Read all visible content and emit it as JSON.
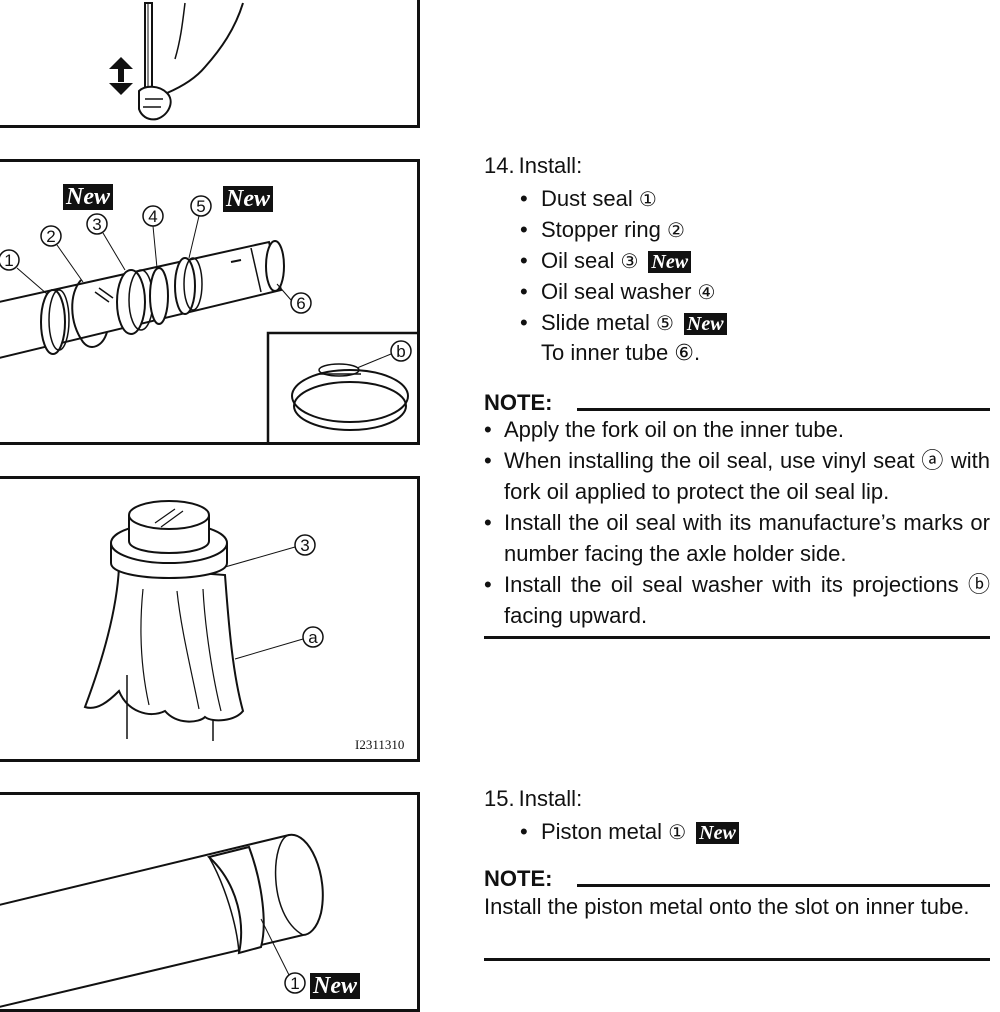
{
  "figures": {
    "fork_oil_check": {},
    "seal_install": {
      "new_tag_left": "New",
      "new_tag_right": "New",
      "callouts": [
        "①",
        "②",
        "③",
        "④",
        "⑤",
        "⑥"
      ],
      "inset_callout": "ⓑ"
    },
    "vinyl_seat": {
      "callout_seal": "③",
      "callout_vinyl": "ⓐ",
      "code": "I2311310"
    },
    "piston_metal": {
      "callout": "①",
      "new_tag": "New"
    }
  },
  "step14": {
    "number": "14.",
    "action": "Install:",
    "items": [
      {
        "text": "Dust seal",
        "ref": "①",
        "new": ""
      },
      {
        "text": "Stopper ring",
        "ref": "②",
        "new": ""
      },
      {
        "text": "Oil seal",
        "ref": "③",
        "new": "New"
      },
      {
        "text": "Oil seal washer",
        "ref": "④",
        "new": ""
      },
      {
        "text": "Slide metal",
        "ref": "⑤",
        "new": "New"
      }
    ],
    "target": "To inner tube ⑥.",
    "note": {
      "label": "NOTE:",
      "items": [
        "Apply the fork oil on the inner tube.",
        "When installing the oil seal, use vinyl seat ⓐ with fork oil applied to protect the oil seal lip.",
        "Install the oil seal with its manufacture’s marks or number facing the axle holder side.",
        "Install the oil seal washer with its projections ⓑ facing upward."
      ]
    }
  },
  "step15": {
    "number": "15.",
    "action": "Install:",
    "items": [
      {
        "text": "Piston metal",
        "ref": "①",
        "new": "New"
      }
    ],
    "note": {
      "label": "NOTE:",
      "text": "Install the piston metal onto the slot on inner tube."
    }
  }
}
